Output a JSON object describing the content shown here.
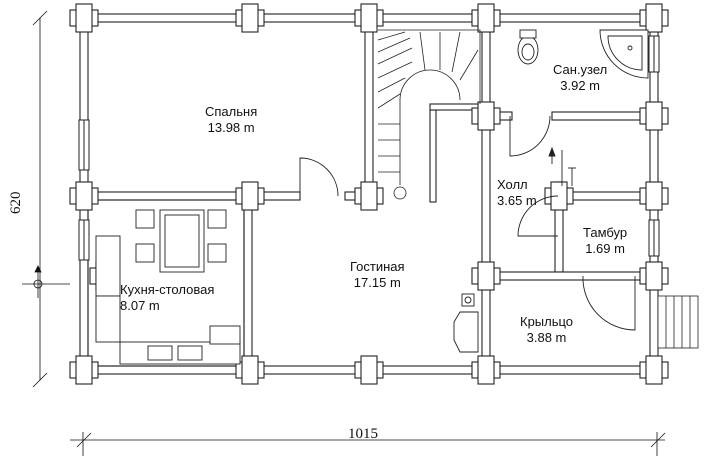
{
  "rooms": {
    "bedroom": {
      "name": "Спальня",
      "area": "13.98 m"
    },
    "bathroom": {
      "name": "Сан.узел",
      "area": "3.92 m"
    },
    "hall": {
      "name": "Холл",
      "area": "3.65 m"
    },
    "vestibule": {
      "name": "Тамбур",
      "area": "1.69 m"
    },
    "living": {
      "name": "Гостиная",
      "area": "17.15 m"
    },
    "kitchen": {
      "name": "Кухня-столовая",
      "area": "8.07 m"
    },
    "porch": {
      "name": "Крыльцо",
      "area": "3.88 m"
    }
  },
  "dimensions": {
    "width": "1015",
    "height": "620"
  }
}
